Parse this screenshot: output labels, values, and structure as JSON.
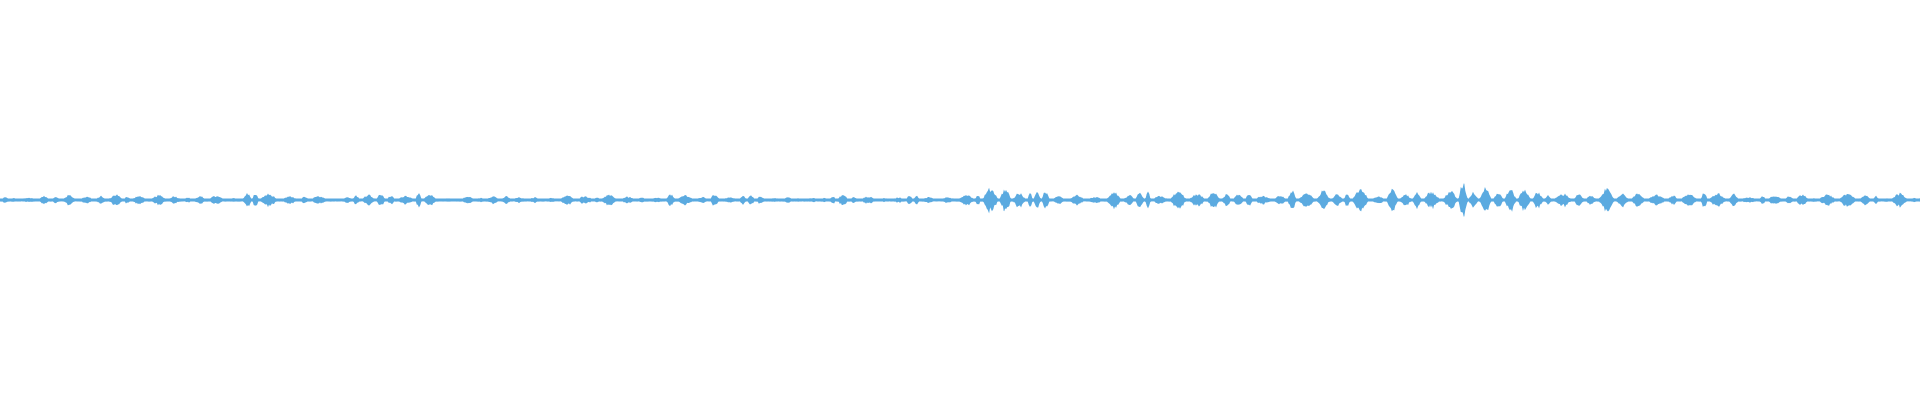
{
  "waveform": {
    "color": "#5BAAE0",
    "amplitude_profile": [
      0.06,
      0.07,
      0.05,
      0.08,
      0.1,
      0.06,
      0.08,
      0.12,
      0.07,
      0.1,
      0.14,
      0.09,
      0.18,
      0.22,
      0.12,
      0.1,
      0.16,
      0.2,
      0.1,
      0.08,
      0.14,
      0.24,
      0.18,
      0.12,
      0.1,
      0.22,
      0.16,
      0.12,
      0.14,
      0.2,
      0.1,
      0.12,
      0.08,
      0.1,
      0.09,
      0.14,
      0.12,
      0.18,
      0.14,
      0.1,
      0.12,
      0.14,
      0.16,
      0.12,
      0.1,
      0.08,
      0.12,
      0.1,
      0.14,
      0.18,
      0.12,
      0.1,
      0.08,
      0.1,
      0.12,
      0.14,
      0.1,
      0.12,
      0.14,
      0.16,
      0.12,
      0.1,
      0.12,
      0.14,
      0.1,
      0.12,
      0.16,
      0.14,
      0.12,
      0.1,
      0.12,
      0.14,
      0.1,
      0.08,
      0.12,
      0.1,
      0.14,
      0.12,
      0.1,
      0.08,
      0.1,
      0.12,
      0.1,
      0.14,
      0.12,
      0.1,
      0.12,
      0.1,
      0.08,
      0.12,
      0.14,
      0.1,
      0.12,
      0.1,
      0.08,
      0.1,
      0.14,
      0.18,
      0.22,
      0.3,
      0.26,
      0.2,
      0.14,
      0.22,
      0.3,
      0.24,
      0.18,
      0.28,
      0.22,
      0.18,
      0.16,
      0.24,
      0.2,
      0.4,
      0.18,
      0.22,
      0.24,
      0.2,
      0.18,
      0.16,
      0.22,
      0.18,
      0.16,
      0.18,
      0.2,
      0.16,
      0.14,
      0.18,
      0.22,
      0.2,
      0.24,
      0.3,
      0.26,
      0.2,
      0.22,
      0.28,
      0.24,
      0.2,
      0.3,
      0.28,
      0.26,
      0.24,
      0.32,
      0.2,
      0.28,
      0.36,
      0.44,
      0.4,
      0.34,
      0.46,
      0.52,
      0.42,
      0.34,
      0.3,
      0.26,
      0.22,
      0.3,
      0.24,
      0.22,
      0.2,
      0.26,
      0.24,
      0.2,
      0.18,
      0.24,
      0.28,
      0.22,
      0.2,
      0.18,
      0.16,
      0.18,
      0.16,
      0.14,
      0.18,
      0.16,
      0.14,
      0.12,
      0.14,
      0.16,
      0.18,
      0.14,
      0.12,
      0.14,
      0.16,
      0.18,
      0.14,
      0.12,
      0.1,
      0.14,
      0.16,
      0.14,
      0.12
    ]
  }
}
